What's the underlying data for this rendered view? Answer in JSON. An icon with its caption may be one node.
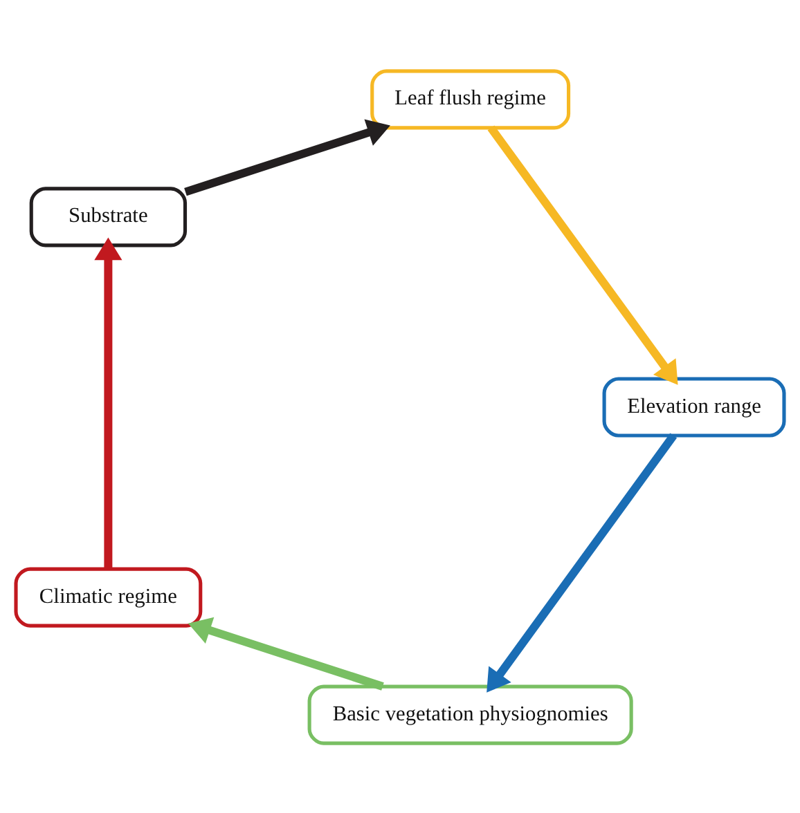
{
  "diagram": {
    "nodes": [
      {
        "text": [
          "Basic vegetation physiognomies"
        ]
      },
      {
        "text": [
          "Climatic regime"
        ]
      },
      {
        "text": [
          "Elevation range"
        ]
      },
      {
        "text": [
          "Substrate"
        ]
      },
      {
        "text": [
          "Leaf flush regime"
        ]
      }
    ],
    "edges": [
      {
        "from": 0,
        "to": 1,
        "arrow": "to",
        "color": "#79bf63"
      },
      {
        "from": 1,
        "to": 3,
        "arrow": "to",
        "color": "#c1191f"
      },
      {
        "from": 3,
        "to": 4,
        "arrow": "to",
        "color": "#231f20"
      },
      {
        "from": 4,
        "to": 2,
        "arrow": "to",
        "color": "#f6b824"
      },
      {
        "from": 2,
        "to": 0,
        "arrow": "to",
        "color": "#1a6db5"
      }
    ]
  }
}
